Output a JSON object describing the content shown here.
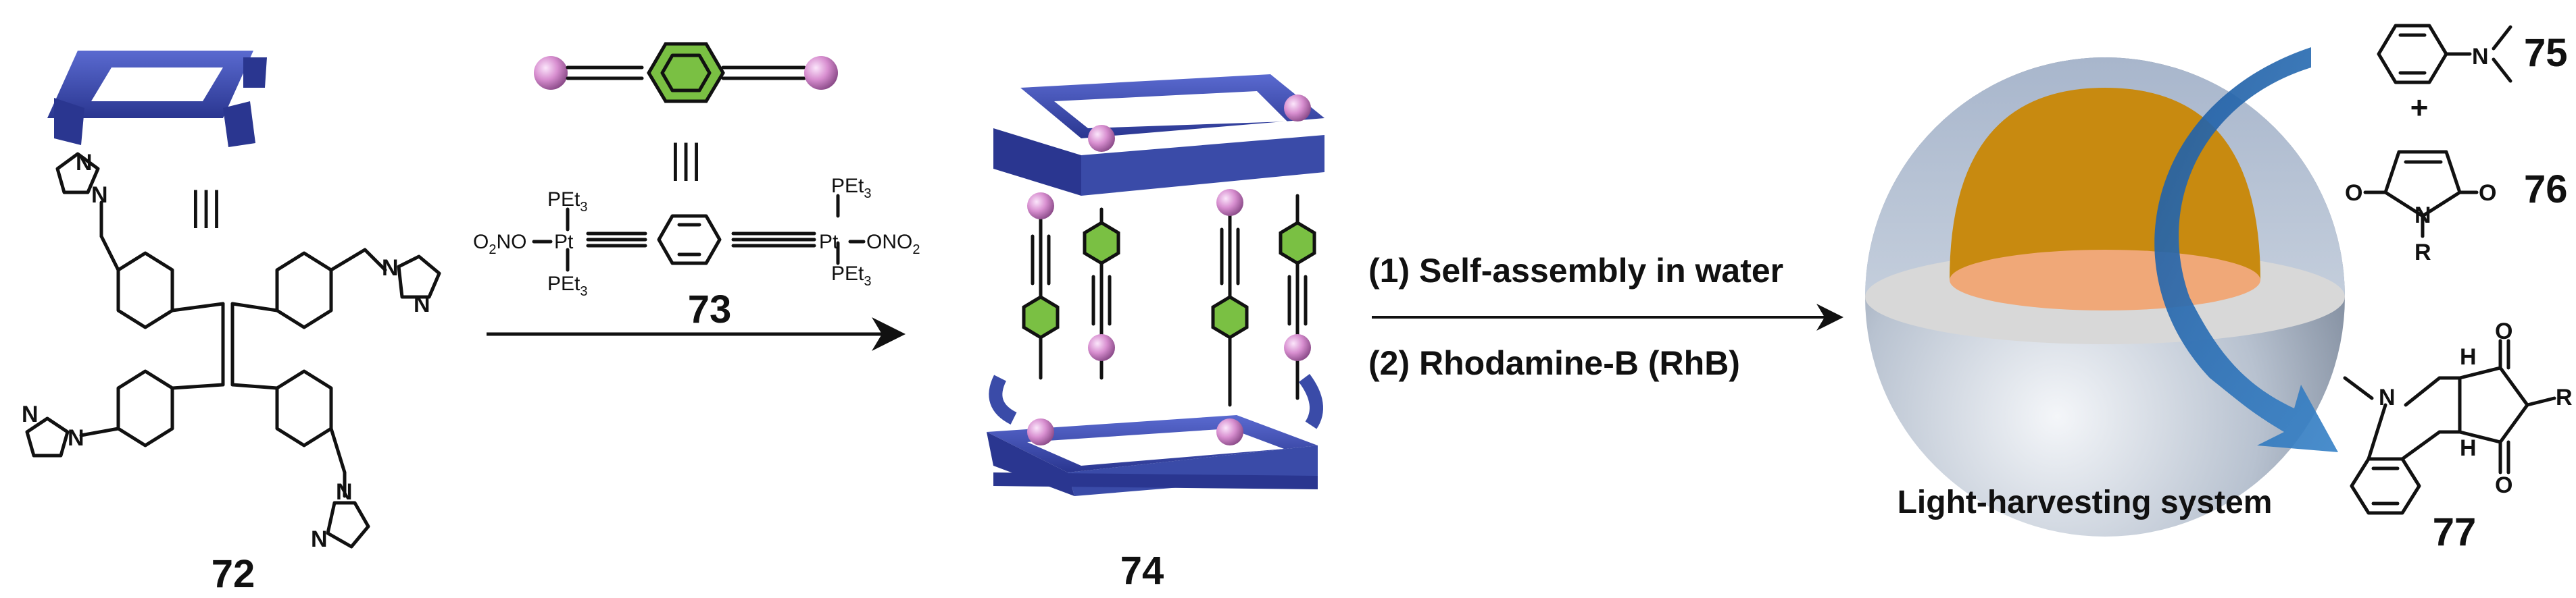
{
  "colors": {
    "cage_blue": "#3a4ba8",
    "pt_pink": "#d88fd0",
    "benzene_green": "#7ac043",
    "nitrogen_blue": "#2060d0",
    "platinum_magenta": "#e060d8",
    "core_orange": "#c88a10",
    "arrow_blue": "#2a6aa8"
  },
  "compounds": {
    "c72": "72",
    "c73": "73",
    "c74": "74",
    "c75": "75",
    "c76": "76",
    "c77": "77"
  },
  "reaction": {
    "step1": "(1) Self-assembly in water",
    "step2": "(2) Rhodamine-B (RhB)"
  },
  "light_harvesting_label": "Light-harvesting system",
  "equivalence_symbol": "|||",
  "plus_sign": "+",
  "atoms": {
    "nitrogen": "N",
    "oxygen": "O",
    "r_group": "R",
    "hydrogen": "H",
    "pet3": "PEt",
    "pet3_sub": "3",
    "pt": "Pt",
    "ono2_left_a": "O",
    "ono2_left_sub": "2",
    "ono2_left_b": "NO",
    "ono2_right_a": "ONO",
    "ono2_right_sub": "2"
  },
  "icons": [
    "cage-icon",
    "platinum-node-icon",
    "benzene-ring-icon",
    "sphere-icon",
    "curved-arrow-icon"
  ]
}
